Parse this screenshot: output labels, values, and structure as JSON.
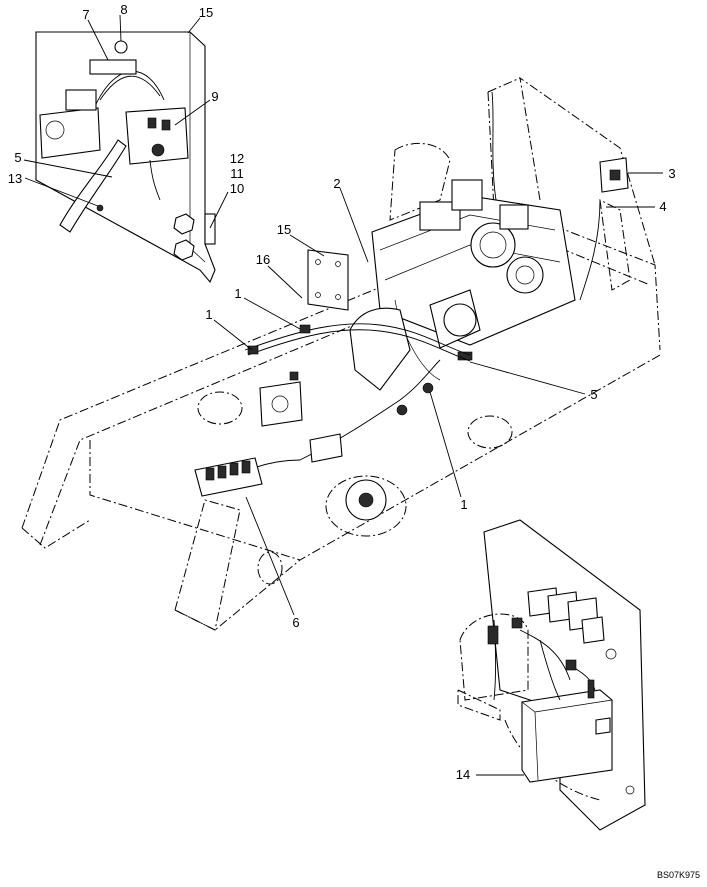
{
  "drawing_code": "BS07K975",
  "callouts": [
    {
      "id": "c8",
      "label": "8"
    },
    {
      "id": "c7",
      "label": "7"
    },
    {
      "id": "c15a",
      "label": "15"
    },
    {
      "id": "c9",
      "label": "9"
    },
    {
      "id": "c5a",
      "label": "5"
    },
    {
      "id": "c13",
      "label": "13"
    },
    {
      "id": "c12",
      "label": "12"
    },
    {
      "id": "c11",
      "label": "11"
    },
    {
      "id": "c10",
      "label": "10"
    },
    {
      "id": "c2",
      "label": "2"
    },
    {
      "id": "c3",
      "label": "3"
    },
    {
      "id": "c4",
      "label": "4"
    },
    {
      "id": "c15b",
      "label": "15"
    },
    {
      "id": "c16",
      "label": "16"
    },
    {
      "id": "c1a",
      "label": "1"
    },
    {
      "id": "c1b",
      "label": "1"
    },
    {
      "id": "c5b",
      "label": "5"
    },
    {
      "id": "c1c",
      "label": "1"
    },
    {
      "id": "c6",
      "label": "6"
    },
    {
      "id": "c14",
      "label": "14"
    }
  ]
}
